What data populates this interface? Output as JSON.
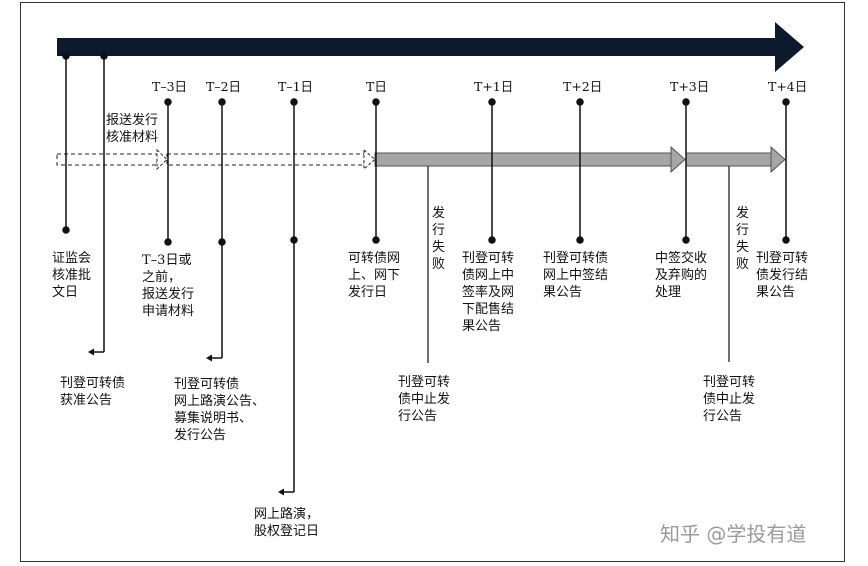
{
  "ticks": [
    "T–3日",
    "T–2日",
    "T–1日",
    "T日",
    "T+1日",
    "T+2日",
    "T+3日",
    "T+4日"
  ],
  "labels": {
    "csrc_approval": "证监会\n核准批\n文日",
    "submit_materials": "报送发行\n核准材料",
    "approval_announcement": "刊登可转债\n获准公告",
    "t3_before": "T–3日或\n之前，\n报送发行\n申请材料",
    "roadshow_announcement": "刊登可转债\n网上路演公告、\n募集说明书、\n发行公告",
    "roadshow_record": "网上路演，\n股权登记日",
    "issue_day": "可转债网\n上、网下\n发行日",
    "fail_1": "发行失败",
    "suspend_1": "刊登可转\n债中止发\n行公告",
    "t1_rate": "刊登可转\n债网上中\n签率及网\n下配售结\n果公告",
    "t2_result": "刊登可转债\n网上中签结\n果公告",
    "t3_payment": "中签交收\n及弃购的\n处理",
    "fail_2": "发行失败",
    "suspend_2": "刊登可转\n债中止发\n行公告",
    "t4_result": "刊登可转\n债发行结\n果公告"
  },
  "watermark": "知乎 @学投有道",
  "colors": {
    "main_arrow": "#0d1a2e",
    "gray_arrow": "#a6a6a6",
    "line": "#111111"
  }
}
